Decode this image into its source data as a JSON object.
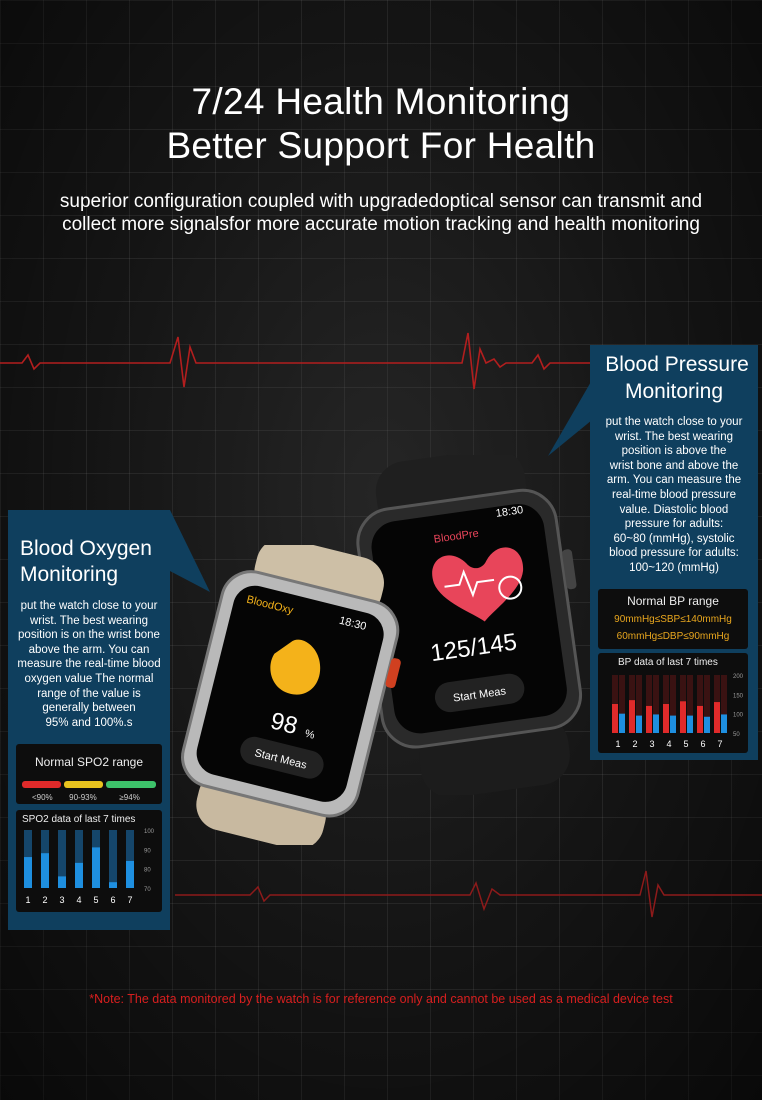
{
  "header": {
    "title_line1": "7/24 Health Monitoring",
    "title_line2": "Better Support For Health",
    "desc_line1": "superior configuration coupled with upgradedoptical sensor can transmit and",
    "desc_line2": "collect more signalsfor more accurate motion tracking and health monitoring"
  },
  "blood_oxygen": {
    "title_line1": "Blood Oxygen",
    "title_line2": "Monitoring",
    "text_lines": [
      "put the watch close to your",
      "wrist. The best wearing",
      "position is on the wrist bone",
      "above the arm. You can",
      "measure the real-time blood",
      "oxygen value The normal",
      "range of the value is",
      "generally between",
      "95% and 100%.s"
    ],
    "range_title": "Normal SPO2 range",
    "range_labels": [
      "<90%",
      "90-93%",
      "≥94%"
    ],
    "range_colors": [
      "#e02a2a",
      "#e8c21e",
      "#3dc26a"
    ],
    "chart_title": "SPO2 data of last 7 times"
  },
  "blood_pressure": {
    "title_line1": "Blood Pressure",
    "title_line2": "Monitoring",
    "text_lines": [
      "put the watch close to your",
      "wrist. The best wearing",
      "position is above the",
      "wrist bone and above the",
      "arm. You can measure the",
      "real-time blood pressure",
      "value. Diastolic blood",
      "pressure for adults:",
      "60~80 (mmHg), systolic",
      "blood pressure for adults:",
      "100~120 (mmHg)"
    ],
    "range_title": "Normal BP range",
    "range_line1": "90mmHg≤SBP≤140mmHg",
    "range_line2": "60mmHg≤DBP≤90mmHg",
    "chart_title": "BP data of last 7 times"
  },
  "watch_left": {
    "app_label": "BloodOxy",
    "time": "18:30",
    "value": "98",
    "unit": "%",
    "button": "Start Meas"
  },
  "watch_right": {
    "app_label": "BloodPre",
    "time": "18:30",
    "value": "125/145",
    "button": "Start Meas"
  },
  "note": "*Note: The data monitored by the watch is for reference only and cannot be used as a medical device test",
  "chart_data": [
    {
      "type": "bar",
      "title": "SPO2 data of last 7 times",
      "categories": [
        "1",
        "2",
        "3",
        "4",
        "5",
        "6",
        "7"
      ],
      "ylim": [
        70,
        100
      ],
      "yticks": [
        "100",
        "90",
        "80",
        "70"
      ],
      "values": [
        86,
        88,
        76,
        83,
        91,
        73,
        84
      ],
      "bar_color": "#1e8fe0",
      "track_color": "#15466b"
    },
    {
      "type": "bar",
      "title": "BP data of last 7 times",
      "categories": [
        "1",
        "2",
        "3",
        "4",
        "5",
        "6",
        "7"
      ],
      "ylim": [
        50,
        200
      ],
      "yticks": [
        "200",
        "150",
        "100",
        "50"
      ],
      "series": [
        {
          "values": [
            125,
            135,
            120,
            125,
            132,
            120,
            130
          ],
          "color": "#e02a2a"
        },
        {
          "values": [
            100,
            95,
            98,
            95,
            95,
            92,
            98
          ],
          "color": "#1e8fe0"
        }
      ]
    }
  ]
}
